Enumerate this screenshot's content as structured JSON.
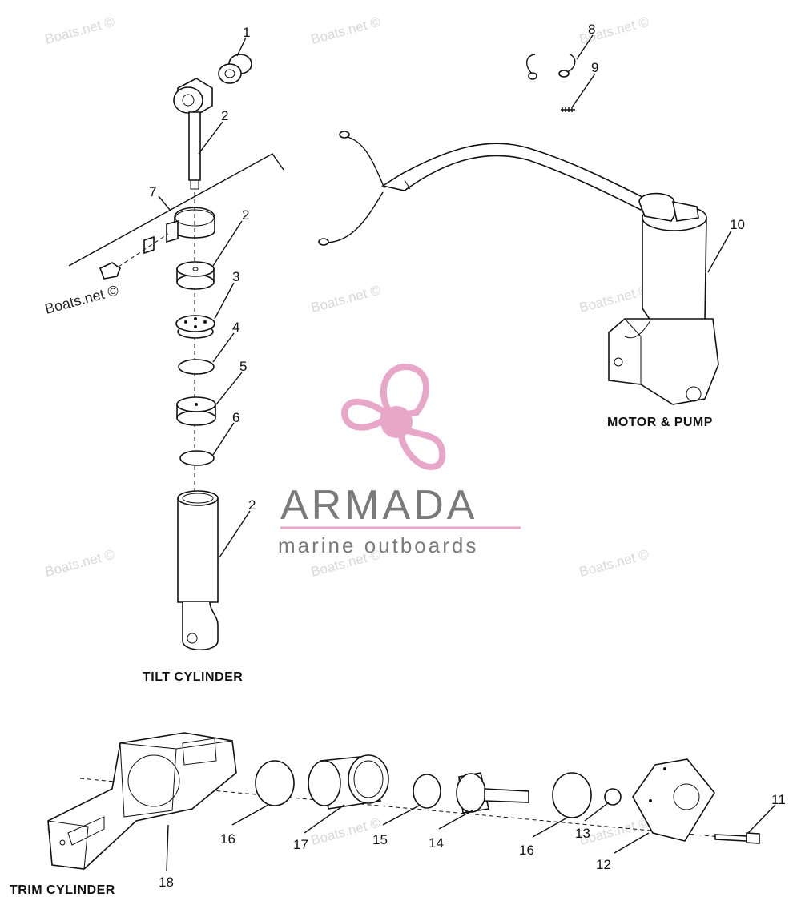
{
  "sections": {
    "tilt": "TILT CYLINDER",
    "motor": "MOTOR & PUMP",
    "trim": "TRIM CYLINDER"
  },
  "callouts": {
    "c1": "1",
    "c2a": "2",
    "c7": "7",
    "c2b": "2",
    "c3": "3",
    "c4": "4",
    "c5": "5",
    "c6": "6",
    "c2c": "2",
    "c8": "8",
    "c9": "9",
    "c10": "10",
    "c11": "11",
    "c12": "12",
    "c13": "13",
    "c14": "14",
    "c15": "15",
    "c16a": "16",
    "c16b": "16",
    "c17": "17",
    "c18": "18"
  },
  "watermarks": {
    "text": "Boats.net ©"
  },
  "brand": {
    "name": "ARMADA",
    "tagline": "marine outboards",
    "pink": "#e8a6c8",
    "gray": "#7a7a7a"
  }
}
